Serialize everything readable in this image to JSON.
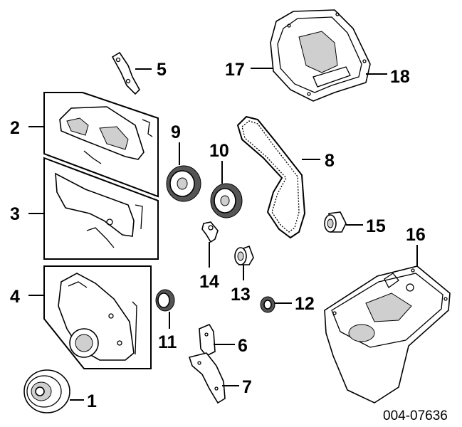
{
  "callouts": {
    "c1": "1",
    "c2": "2",
    "c3": "3",
    "c4": "4",
    "c5": "5",
    "c6": "6",
    "c7": "7",
    "c8": "8",
    "c9": "9",
    "c10": "10",
    "c11": "11",
    "c12": "12",
    "c13": "13",
    "c14": "14",
    "c15": "15",
    "c16": "16",
    "c17": "17",
    "c18": "18"
  },
  "diagram_code": "004-07636"
}
